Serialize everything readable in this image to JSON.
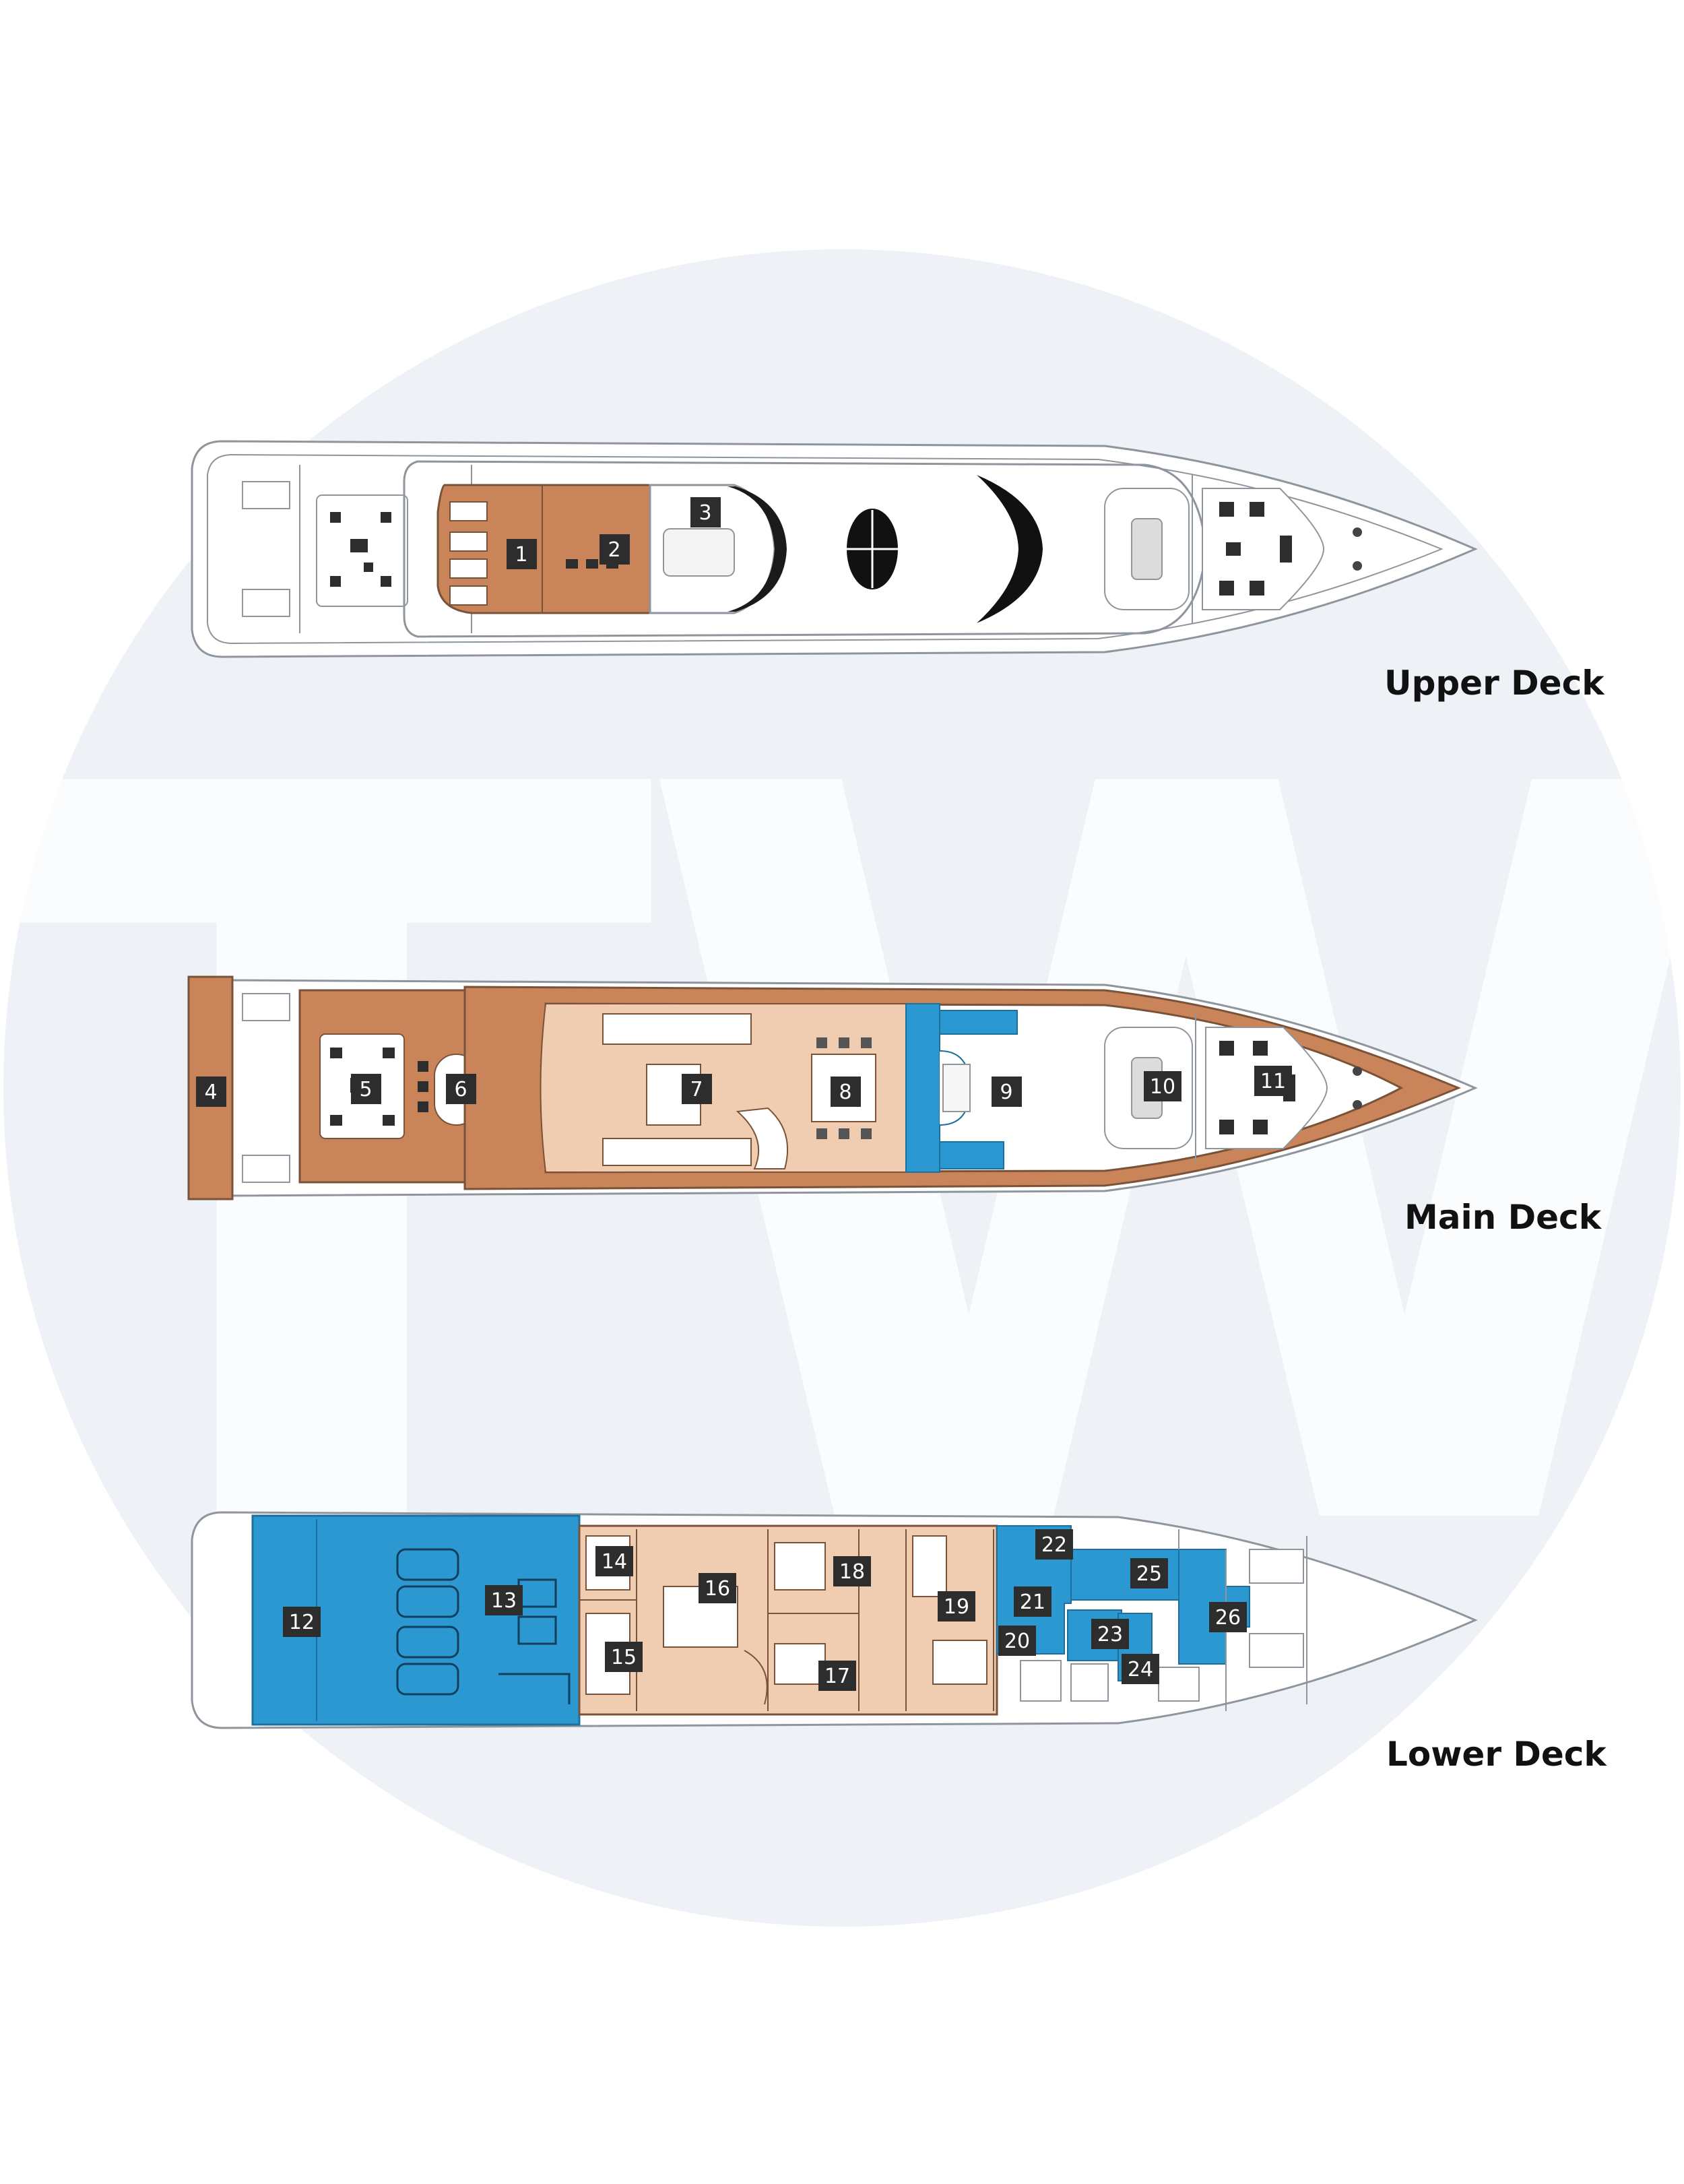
{
  "watermark": {
    "text": "TW"
  },
  "decks": {
    "upper": {
      "label": "Upper Deck"
    },
    "main": {
      "label": "Main Deck"
    },
    "lower": {
      "label": "Lower Deck"
    }
  },
  "areas": {
    "a1": "1",
    "a2": "2",
    "a3": "3",
    "a4": "4",
    "a5": "5",
    "a6": "6",
    "a7": "7",
    "a8": "8",
    "a9": "9",
    "a10": "10",
    "a11": "11",
    "a12": "12",
    "a13": "13",
    "a14": "14",
    "a15": "15",
    "a16": "16",
    "a17": "17",
    "a18": "18",
    "a19": "19",
    "a20": "20",
    "a21": "21",
    "a22": "22",
    "a23": "23",
    "a24": "24",
    "a25": "25",
    "a26": "26"
  },
  "colors": {
    "teak": "#c9845a",
    "teak_light": "#f0cdb0",
    "crew_blue": "#2b98d2",
    "hull_line": "#8f959c",
    "marker": "#2d2d2d",
    "watermark_disc": "#eef2f7"
  }
}
